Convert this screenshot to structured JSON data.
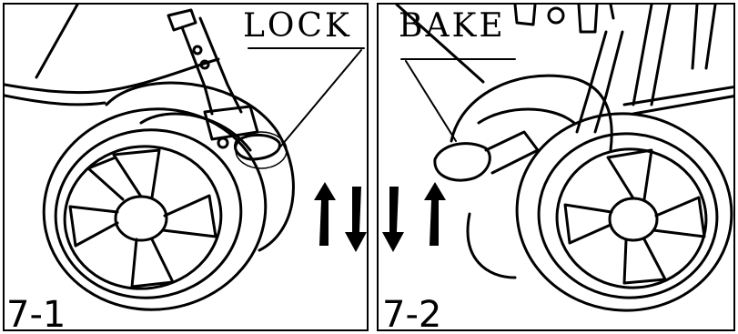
{
  "panels": [
    {
      "step": "7-1",
      "callout": "LOCK"
    },
    {
      "step": "7-2",
      "callout": "BAKE"
    }
  ],
  "colors": {
    "line": "#000000",
    "background": "#ffffff"
  },
  "icons": [
    "wheel",
    "wheel-hub",
    "stroller-frame",
    "brake-pedal",
    "arrow-up",
    "arrow-down"
  ]
}
